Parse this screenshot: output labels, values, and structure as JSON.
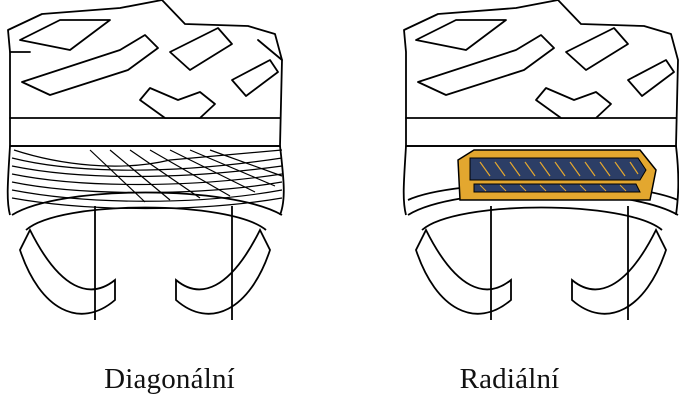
{
  "figures": [
    {
      "caption": "Diagonální",
      "construction": "diagonal"
    },
    {
      "caption": "Radiální",
      "construction": "radial"
    }
  ],
  "colors": {
    "outline": "#000000",
    "background": "#ffffff",
    "belt_fill": "#e3a72f",
    "belt_cords": "#2c3e66"
  }
}
